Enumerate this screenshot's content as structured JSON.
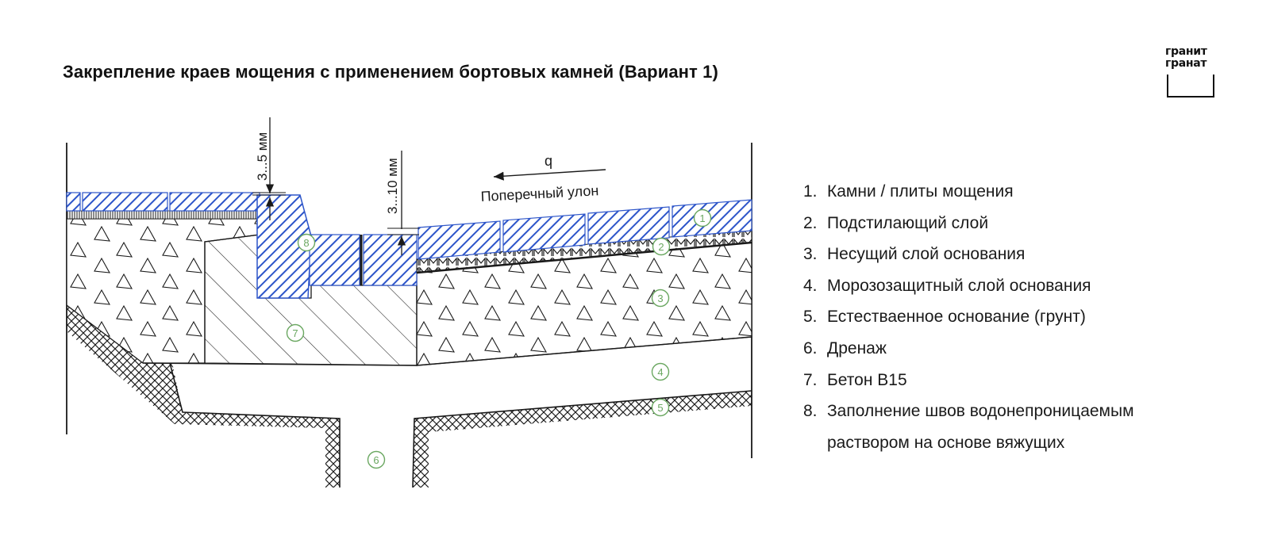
{
  "title": "Закрепление краев мощения с применением бортовых камней (Вариант 1)",
  "logo": {
    "line1": "гранит",
    "line2": "гранат"
  },
  "dimensions": {
    "gap_small": "3...5 мм",
    "gap_large": "3...10 мм"
  },
  "slope": {
    "load_symbol": "q",
    "label": "Поперечный улон"
  },
  "markers": [
    "1",
    "2",
    "3",
    "4",
    "5",
    "6",
    "7",
    "8"
  ],
  "legend": [
    {
      "num": "1.",
      "text": "Камни / плиты мощения"
    },
    {
      "num": "2.",
      "text": "Подстилающий слой"
    },
    {
      "num": "3.",
      "text": "Несущий слой основания"
    },
    {
      "num": "4.",
      "text": "Морозозащитный слой основания"
    },
    {
      "num": "5.",
      "text": "Естестваенное основание (грунт)"
    },
    {
      "num": "6.",
      "text": "Дренаж"
    },
    {
      "num": "7.",
      "text": "Бетон B15"
    },
    {
      "num": "8.",
      "text": "Заполнение швов водонепроницаемым"
    },
    {
      "num": "",
      "text": "раствором на основе вяжущих"
    }
  ],
  "colors": {
    "paving": "#2d55c9",
    "marker": "#6aa760",
    "line": "#1a1a1a"
  }
}
